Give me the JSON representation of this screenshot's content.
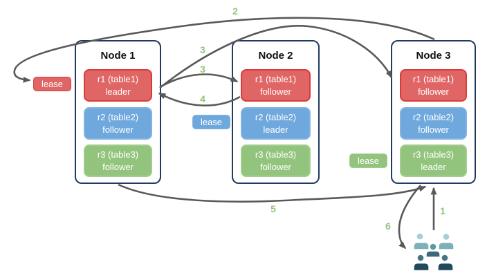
{
  "diagram": {
    "nodes": [
      {
        "title": "Node 1",
        "replicas": [
          {
            "name": "r1 (table1)",
            "role": "leader",
            "color": "#e06666"
          },
          {
            "name": "r2 (table2)",
            "role": "follower",
            "color": "#6fa8dc"
          },
          {
            "name": "r3 (table3)",
            "role": "follower",
            "color": "#93c47d"
          }
        ]
      },
      {
        "title": "Node 2",
        "replicas": [
          {
            "name": "r1 (table1)",
            "role": "follower",
            "color": "#e06666"
          },
          {
            "name": "r2 (table2)",
            "role": "leader",
            "color": "#6fa8dc"
          },
          {
            "name": "r3 (table3)",
            "role": "follower",
            "color": "#93c47d"
          }
        ]
      },
      {
        "title": "Node 3",
        "replicas": [
          {
            "name": "r1 (table1)",
            "role": "follower",
            "color": "#e06666"
          },
          {
            "name": "r2 (table2)",
            "role": "follower",
            "color": "#6fa8dc"
          },
          {
            "name": "r3 (table3)",
            "role": "leader",
            "color": "#93c47d"
          }
        ]
      }
    ],
    "leases": [
      {
        "label": "lease",
        "color": "#e06666"
      },
      {
        "label": "lease",
        "color": "#6fa8dc"
      },
      {
        "label": "lease",
        "color": "#93c47d"
      }
    ],
    "step_labels": {
      "s1": "1",
      "s2": "2",
      "s3a": "3",
      "s3b": "3",
      "s4": "4",
      "s5": "5",
      "s6": "6"
    },
    "arrows": [
      {
        "step": "1",
        "from": "clients",
        "to": "node3-r3-leader"
      },
      {
        "step": "2",
        "from": "node3",
        "to": "lease-red"
      },
      {
        "step": "3",
        "from": "node1-r1-leader",
        "to": "node3-r1-follower"
      },
      {
        "step": "3",
        "from": "node1-r1-leader",
        "to": "node2-r1-follower"
      },
      {
        "step": "4",
        "from": "node2-r1-follower",
        "to": "node1-r1-leader"
      },
      {
        "step": "5",
        "from": "node1",
        "to": "node3-r3-leader"
      },
      {
        "step": "6",
        "from": "node3-r3-leader",
        "to": "clients"
      }
    ],
    "colors": {
      "replica_red": "#e06666",
      "replica_red_border": "#d93b3b",
      "replica_blue": "#6fa8dc",
      "replica_blue_border": "#84b5e2",
      "replica_green": "#93c47d",
      "replica_green_border": "#a3cd90",
      "node_border": "#203a60",
      "arrow": "#595959",
      "step_label": "#93c47d",
      "clients_light_head": "#a6ced5",
      "clients_light_body": "#7db0b8",
      "clients_mid_head": "#5d98a2",
      "clients_mid_body": "#3d6878",
      "clients_dark_head": "#457382",
      "clients_dark_body": "#234a5c"
    }
  }
}
